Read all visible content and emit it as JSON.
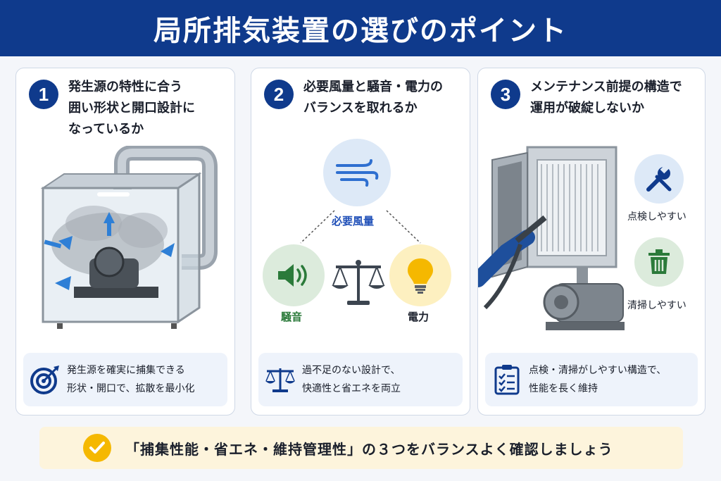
{
  "header": {
    "title": "局所排気装置の選びのポイント"
  },
  "cards": [
    {
      "number": "1",
      "title": "発生源の特性に合う\n囲い形状と開口設計に\nなっているか",
      "footer": "発生源を確実に捕集できる\n形状・開口で、拡散を最小化",
      "footer_icon": "target-icon"
    },
    {
      "number": "2",
      "title": "必要風量と騒音・電力の\nバランスを取れるか",
      "airflow_label": "必要風量",
      "noise_label": "騒音",
      "power_label": "電力",
      "footer": "過不足のない設計で、\n快適性と省エネを両立",
      "footer_icon": "scale-icon"
    },
    {
      "number": "3",
      "title": "メンテナンス前提の構造で\n運用が破綻しないか",
      "inspect_label": "点検しやすい",
      "clean_label": "清掃しやすい",
      "footer": "点検・清掃がしやすい構造で、\n性能を長く維持",
      "footer_icon": "checklist-icon"
    }
  ],
  "bottom": {
    "text": "「捕集性能・省エネ・維持管理性」の３つをバランスよく確認しましょう"
  },
  "colors": {
    "navy": "#0f3a8c",
    "blue_light": "#dde9f7",
    "green_light": "#dcebdc",
    "yellow_light": "#fdf0c0",
    "accent_yellow": "#f5b800"
  }
}
